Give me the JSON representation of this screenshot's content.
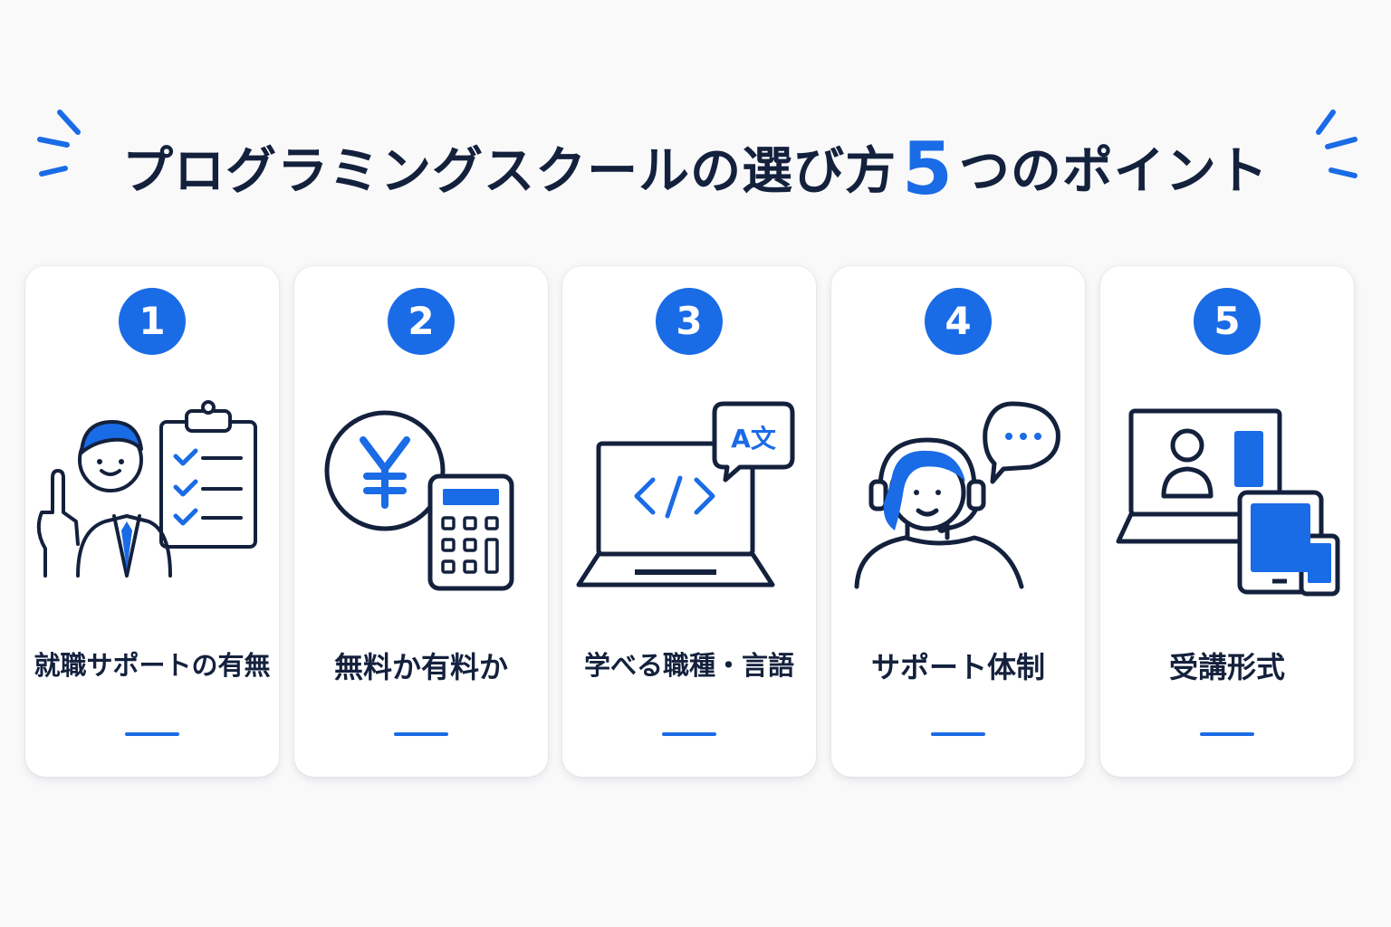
{
  "title": {
    "prefix": "プログラミングスクールの選び方",
    "number": "5",
    "suffix": "つのポイント"
  },
  "colors": {
    "accent": "#1a6be6",
    "ink": "#14213d",
    "card": "#ffffff",
    "background": "#f9f9fa"
  },
  "points": [
    {
      "number": "1",
      "label": "就職サポートの有無",
      "icon": "advisor-with-checklist-icon"
    },
    {
      "number": "2",
      "label": "無料か有料か",
      "icon": "yen-calculator-icon"
    },
    {
      "number": "3",
      "label": "学べる職種・言語",
      "icon": "laptop-code-translate-icon"
    },
    {
      "number": "4",
      "label": "サポート体制",
      "icon": "support-headset-chat-icon"
    },
    {
      "number": "5",
      "label": "受講形式",
      "icon": "multi-device-video-icon"
    }
  ]
}
